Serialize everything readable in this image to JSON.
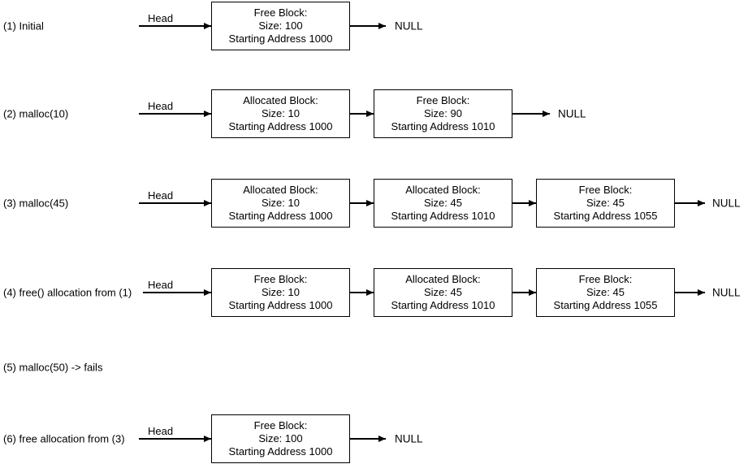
{
  "colors": {
    "background": "#ffffff",
    "text": "#000000",
    "line": "#000000"
  },
  "rows": [
    {
      "label": "(1) Initial",
      "head": "Head",
      "null_text": "NULL",
      "nodes": [
        {
          "title": "Free Block:",
          "size": "Size: 100",
          "address": "Starting Address 1000"
        }
      ]
    },
    {
      "label": "(2) malloc(10)",
      "head": "Head",
      "null_text": "NULL",
      "nodes": [
        {
          "title": "Allocated Block:",
          "size": "Size: 10",
          "address": "Starting Address 1000"
        },
        {
          "title": "Free Block:",
          "size": "Size: 90",
          "address": "Starting Address 1010"
        }
      ]
    },
    {
      "label": "(3) malloc(45)",
      "head": "Head",
      "null_text": "NULL",
      "nodes": [
        {
          "title": "Allocated Block:",
          "size": "Size: 10",
          "address": "Starting Address 1000"
        },
        {
          "title": "Allocated Block:",
          "size": "Size: 45",
          "address": "Starting Address 1010"
        },
        {
          "title": "Free Block:",
          "size": "Size: 45",
          "address": "Starting Address 1055"
        }
      ]
    },
    {
      "label": "(4) free() allocation from (1)",
      "head": "Head",
      "null_text": "NULL",
      "nodes": [
        {
          "title": "Free Block:",
          "size": "Size: 10",
          "address": "Starting Address 1000"
        },
        {
          "title": "Allocated Block:",
          "size": "Size: 45",
          "address": "Starting Address 1010"
        },
        {
          "title": "Free Block:",
          "size": "Size: 45",
          "address": "Starting Address 1055"
        }
      ]
    },
    {
      "label": "(5) malloc(50) -> fails",
      "nodes": []
    },
    {
      "label": "(6) free allocation from (3)",
      "head": "Head",
      "null_text": "NULL",
      "nodes": [
        {
          "title": "Free Block:",
          "size": "Size: 100",
          "address": "Starting Address 1000"
        }
      ]
    }
  ]
}
